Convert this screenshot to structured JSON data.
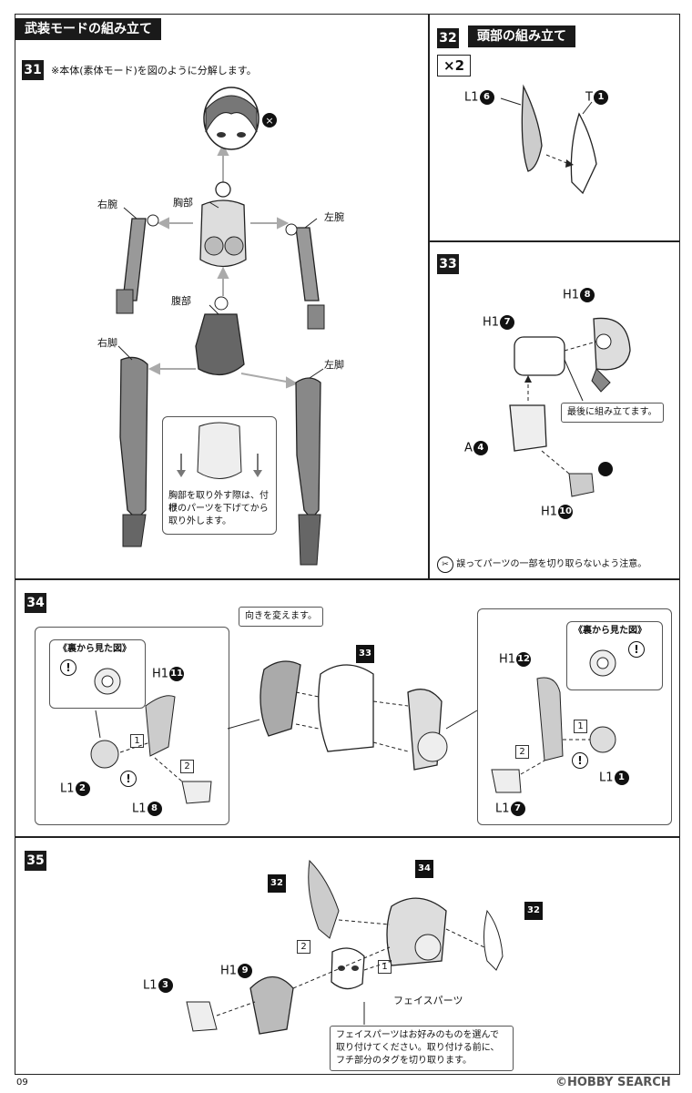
{
  "header": {
    "title": "武装モードの組み立て"
  },
  "step31": {
    "num": "31",
    "note": "※本体(素体モード)を図のように分解します。",
    "parts": {
      "chest": "胸部",
      "right_arm": "右腕",
      "left_arm": "左腕",
      "abdomen": "腹部",
      "right_leg": "右脚",
      "left_leg": "左脚"
    },
    "tip": [
      "胸部を取り外す際は、付け",
      "根のパーツを下げてから",
      "取り外します。"
    ]
  },
  "step32": {
    "num": "32",
    "title": "頭部の組み立て",
    "multiplier": "×2",
    "parts": [
      {
        "code": "L1",
        "num": "6"
      },
      {
        "code": "T",
        "num": "1"
      }
    ]
  },
  "step33": {
    "num": "33",
    "parts": [
      {
        "code": "H1",
        "num": "8"
      },
      {
        "code": "H1",
        "num": "7"
      },
      {
        "code": "A",
        "num": "4"
      },
      {
        "code": "H1",
        "num": "10"
      }
    ],
    "note": "最後に組み立てます。",
    "caution": "誤ってパーツの一部を切り取らないよう注意。"
  },
  "step34": {
    "num": "34",
    "center_ref": "33",
    "turn_note": "向きを変えます。",
    "back_view": "《裏から見た図》",
    "left_parts": [
      {
        "code": "H1",
        "num": "11"
      },
      {
        "code": "L1",
        "num": "2"
      },
      {
        "code": "L1",
        "num": "8"
      }
    ],
    "right_parts": [
      {
        "code": "H1",
        "num": "12"
      },
      {
        "code": "L1",
        "num": "1"
      },
      {
        "code": "L1",
        "num": "7"
      }
    ],
    "order": [
      "1",
      "2"
    ]
  },
  "step35": {
    "num": "35",
    "refs": [
      "32",
      "34",
      "32"
    ],
    "parts": [
      {
        "code": "H1",
        "num": "9"
      },
      {
        "code": "L1",
        "num": "3"
      }
    ],
    "face_parts": "フェイスパーツ",
    "note": [
      "フェイスパーツはお好みのものを選んで",
      "取り付けてください。取り付ける前に、",
      "フチ部分のタグを切り取ります。"
    ],
    "order": [
      "1",
      "2"
    ]
  },
  "footer": {
    "page": "09",
    "watermark": "©HOBBY SEARCH"
  }
}
